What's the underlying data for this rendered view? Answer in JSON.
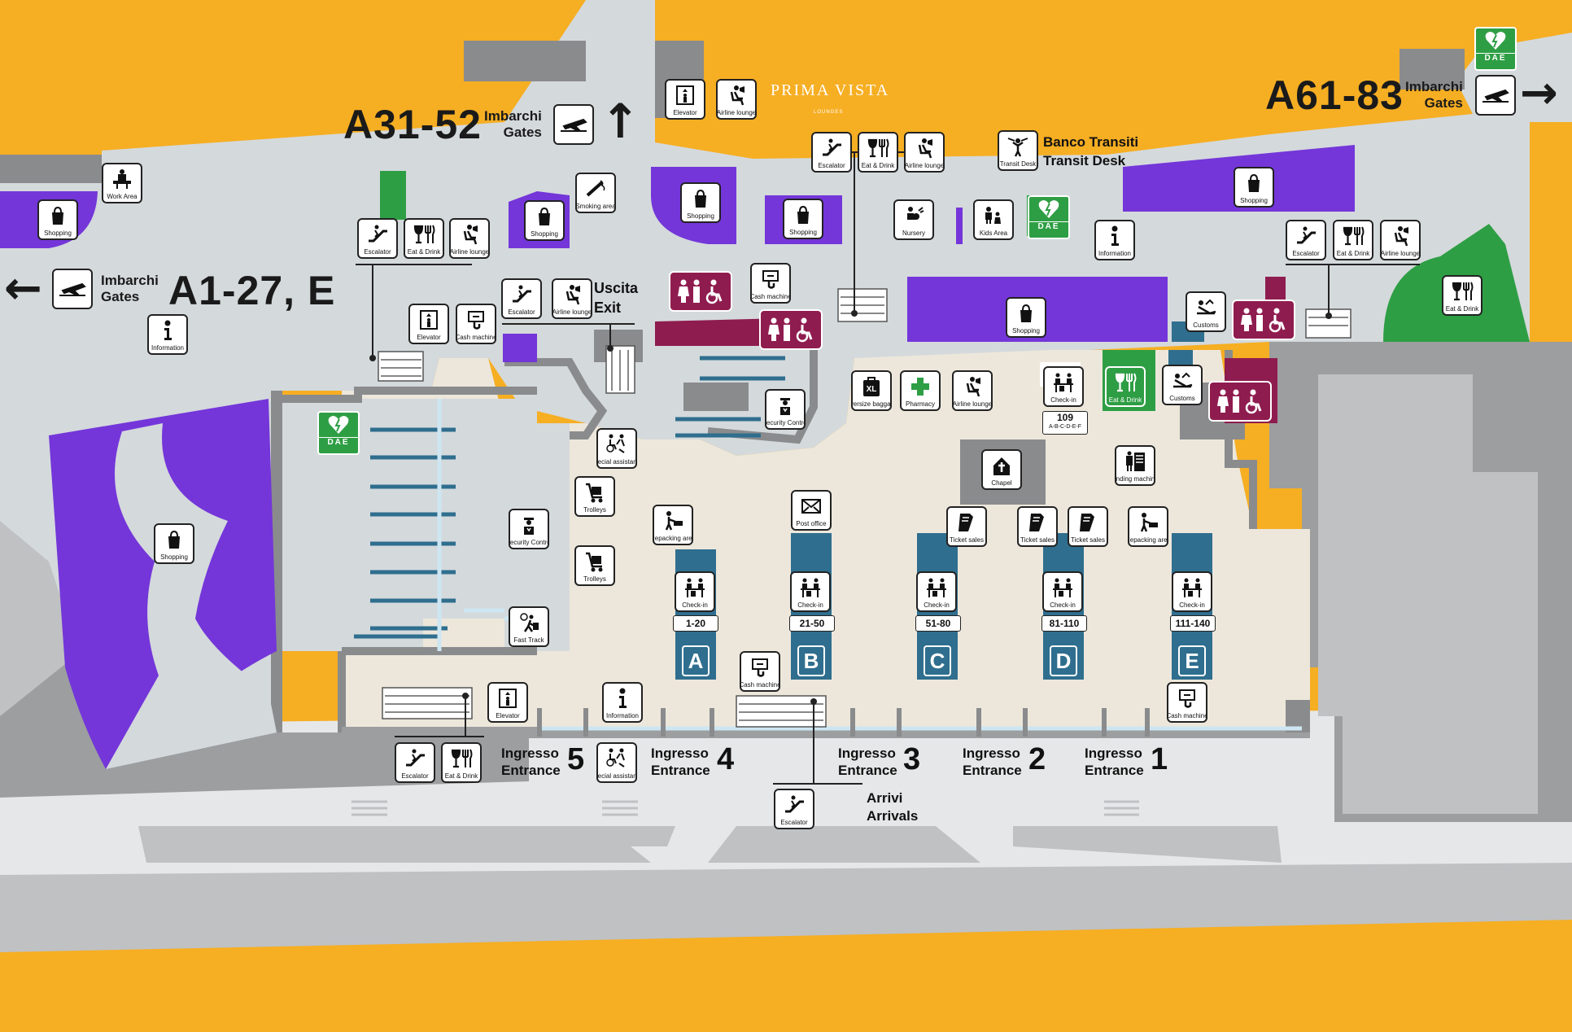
{
  "colors": {
    "terminal_floor": "#EDE7DB",
    "walkway": "#D4D9DC",
    "outer_road": "#BFC1C3",
    "wall": "#8A8B8D",
    "orange": "#F6AE23",
    "shopping": "#7436D9",
    "green_area": "#2E9E44",
    "toilets": "#8F1C4F",
    "checkin_blue": "#2F6E8E"
  },
  "gates": {
    "a31": {
      "code": "A31-52",
      "it": "Imbarchi",
      "en": "Gates",
      "arrow": "↑"
    },
    "a61": {
      "code": "A61-83",
      "it": "Imbarchi",
      "en": "Gates",
      "arrow": "→"
    },
    "a1": {
      "code": "A1-27, E",
      "it": "Imbarchi",
      "en": "Gates",
      "arrow": "←"
    }
  },
  "prima_vista": {
    "name": "PRIMA VISTA",
    "sub": "LOUNGES"
  },
  "transit": {
    "it": "Banco Transiti",
    "en": "Transit Desk"
  },
  "exit": {
    "it": "Uscita",
    "en": "Exit"
  },
  "arrivals": {
    "it": "Arrivi",
    "en": "Arrivals"
  },
  "dae_label": "DAE",
  "entrances": [
    {
      "it": "Ingresso",
      "en": "Entrance",
      "num": "5"
    },
    {
      "it": "Ingresso",
      "en": "Entrance",
      "num": "4"
    },
    {
      "it": "Ingresso",
      "en": "Entrance",
      "num": "3"
    },
    {
      "it": "Ingresso",
      "en": "Entrance",
      "num": "2"
    },
    {
      "it": "Ingresso",
      "en": "Entrance",
      "num": "1"
    }
  ],
  "checkin_areas": [
    {
      "letter": "A",
      "range": "1-20"
    },
    {
      "letter": "B",
      "range": "21-50"
    },
    {
      "letter": "C",
      "range": "51-80"
    },
    {
      "letter": "D",
      "range": "81-110"
    },
    {
      "letter": "E",
      "range": "111-140"
    }
  ],
  "checkin_109": {
    "number": "109",
    "letters": "A-B-C-D-E-F"
  },
  "labels": {
    "shopping": "Shopping",
    "work_area": "Work Area",
    "information": "Information",
    "escalator": "Escalator",
    "eat_drink": "Eat & Drink",
    "airline_lounge": "Airline lounge",
    "elevator": "Elevator",
    "cash_machine": "Cash machine",
    "smoking_area": "Smoking area",
    "security_control": "Security Control",
    "special_assistance": "Special assistance",
    "trolleys": "Trolleys",
    "fast_track": "Fast Track",
    "repacking_area": "Repacking area",
    "post_office": "Post office",
    "oversize_baggage": "Oversize baggage",
    "pharmacy": "Pharmacy",
    "nursery": "Nursery",
    "kids_area": "Kids Area",
    "transit_desk": "Transit Desk",
    "customs": "Customs",
    "check_in": "Check-in",
    "chapel": "Chapel",
    "vending_machines": "Vending machines",
    "ticket_sales": "Ticket sales"
  }
}
